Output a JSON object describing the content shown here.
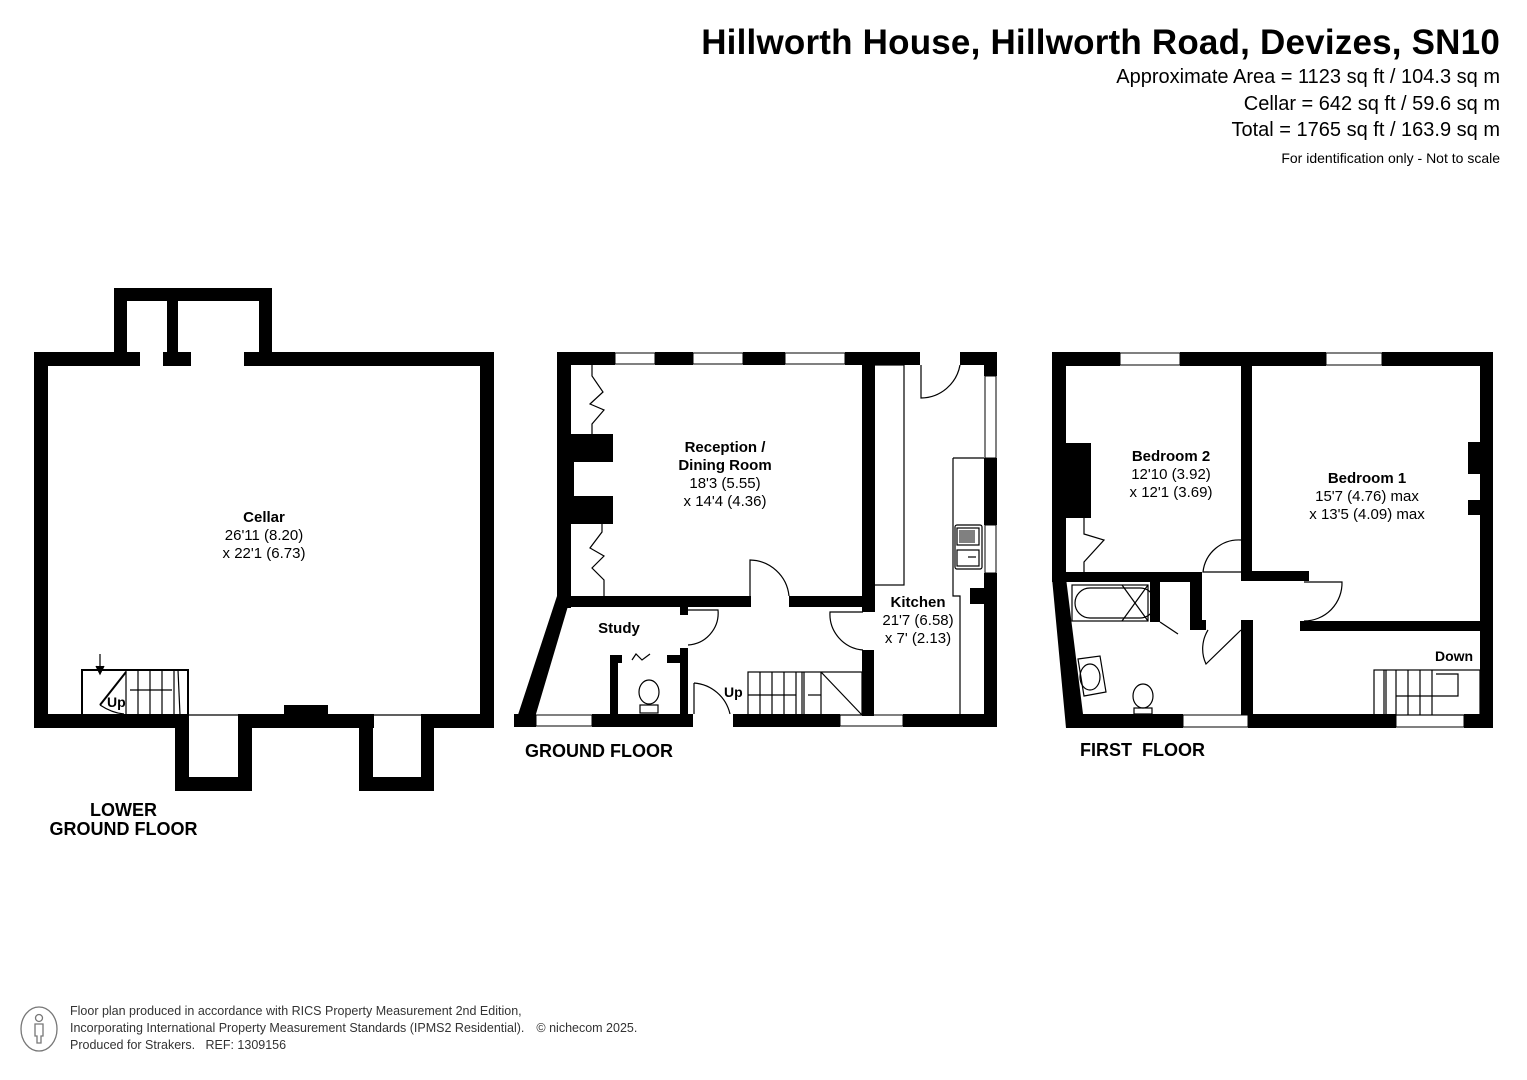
{
  "header": {
    "title": "Hillworth House, Hillworth Road, Devizes, SN10",
    "areas": [
      "Approximate Area = 1123 sq ft / 104.3 sq m",
      "Cellar = 642 sq ft / 59.6 sq m",
      "Total = 1765 sq ft / 163.9 sq m"
    ],
    "note": "For identification only - Not to scale"
  },
  "floors": {
    "lower_ground": {
      "label_line1": "LOWER",
      "label_line2": "GROUND FLOOR",
      "rooms": [
        {
          "name": "Cellar",
          "dim1": "26'11 (8.20)",
          "dim2": "x 22'1 (6.73)"
        }
      ],
      "stairs": "Up"
    },
    "ground": {
      "label": "GROUND FLOOR",
      "rooms": [
        {
          "name": "Reception /",
          "name2": "Dining Room",
          "dim1": "18'3 (5.55)",
          "dim2": "x 14'4 (4.36)"
        },
        {
          "name": "Kitchen",
          "dim1": "21'7 (6.58)",
          "dim2": "x 7' (2.13)"
        },
        {
          "name": "Study"
        }
      ],
      "stairs": "Up"
    },
    "first": {
      "label": "FIRST  FLOOR",
      "rooms": [
        {
          "name": "Bedroom 2",
          "dim1": "12'10 (3.92)",
          "dim2": "x 12'1 (3.69)"
        },
        {
          "name": "Bedroom 1",
          "dim1": "15'7 (4.76) max",
          "dim2": "x 13'5 (4.09) max"
        }
      ],
      "stairs": "Down"
    }
  },
  "footer": {
    "icon": "person-info-icon",
    "lines": [
      "Floor plan produced in accordance with RICS Property Measurement 2nd Edition,",
      "Incorporating International Property Measurement Standards (IPMS2 Residential).",
      "Produced for Strakers.   REF: 1309156"
    ],
    "copyright": "© nichecom 2025."
  },
  "colors": {
    "wall": "#000000",
    "background": "#ffffff",
    "text": "#000000",
    "footer_text": "#333333"
  }
}
